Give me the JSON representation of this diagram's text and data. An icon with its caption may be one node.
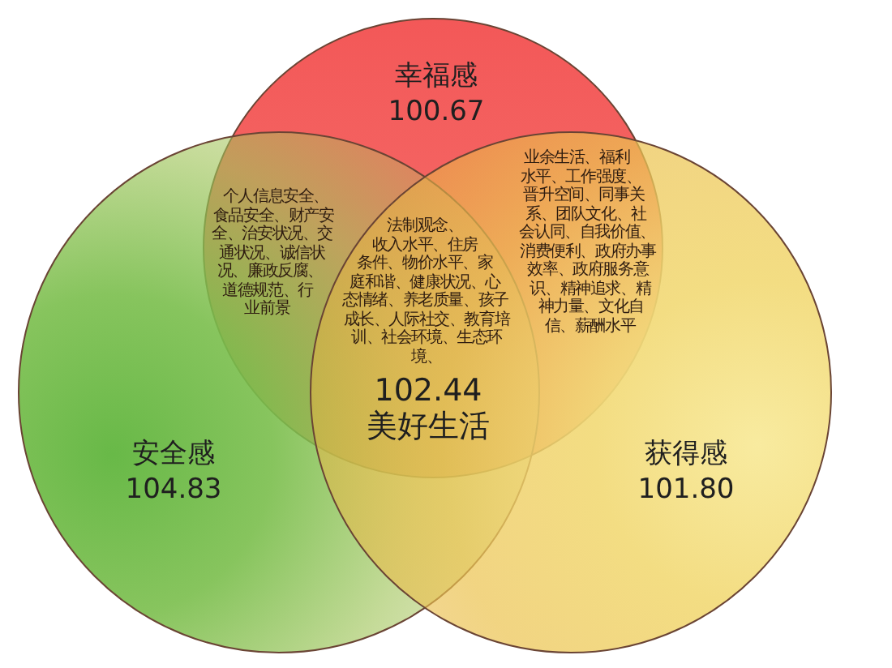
{
  "diagram": {
    "nodes": [
      {
        "text": [
          "幸福感",
          "100.67"
        ]
      },
      {
        "text": [
          "安全感",
          "104.83"
        ]
      },
      {
        "text": [
          "获得感",
          "101.80"
        ]
      }
    ],
    "labels": [
      "个人信息安全、食品安全、财产安全、治安状况、交通状况、诚信状况、廉政反腐、道德规范、行业前景",
      "业余生活、福利水平、工作强度、晋升空间、同事关系、团队文化、社会认同、自我价值、消费便利、政府办事效率、政府服务意识、精神追求、精神力量、文化自信、薪酬水平",
      "法制观念、收入水平、住房条件、物价水平、家庭和谐、健康状况、心态情绪、养老质量、孩子成长、人际社交、教育培训、社会环境、生态环境、",
      "102.44",
      "美好生活"
    ]
  }
}
